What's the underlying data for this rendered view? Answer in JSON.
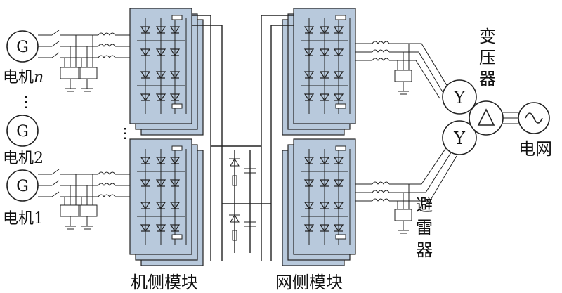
{
  "generators": [
    {
      "symbol": "G",
      "label": "电机n",
      "label_base": "电机",
      "label_italic": "n"
    },
    {
      "symbol": "G",
      "label": "电机2"
    },
    {
      "symbol": "G",
      "label": "电机1"
    }
  ],
  "ellipsis": {
    "vertical": "⋮",
    "between_modules": "⋮"
  },
  "labels": {
    "machine_side": "机侧模块",
    "grid_side": "网侧模块",
    "transformer": "变压器",
    "grid": "电网",
    "arrester": "避雷器"
  },
  "transformer_symbols": {
    "wye": "Y",
    "delta": "Δ"
  },
  "colors": {
    "module_fill": "#b8c9dc",
    "module_border": "#222222",
    "line": "#222222",
    "text": "#111111"
  }
}
